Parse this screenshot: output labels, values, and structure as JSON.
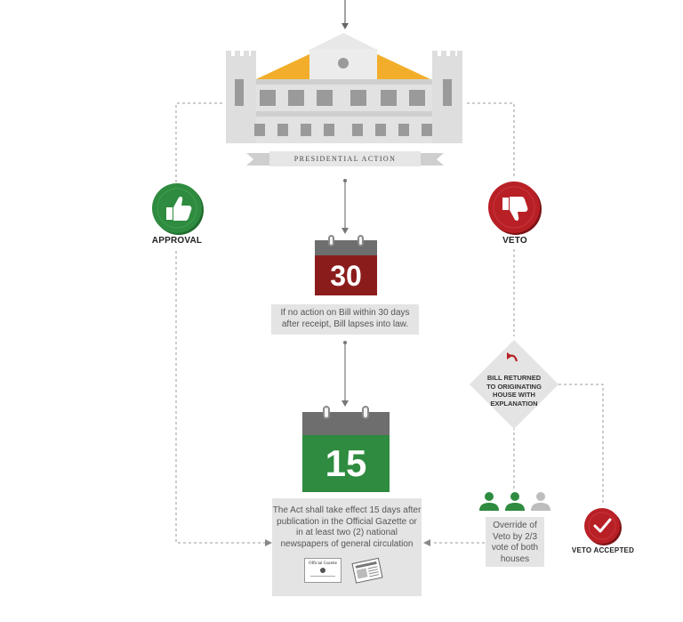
{
  "banner": {
    "label": "PRESIDENTIAL ACTION"
  },
  "approval": {
    "label": "APPROVAL"
  },
  "veto": {
    "label": "VETO"
  },
  "calendar_30": {
    "number": "30"
  },
  "lapse_box": {
    "line1": "If no action on Bill within 30 days",
    "line2": "after receipt, Bill lapses into law."
  },
  "calendar_15": {
    "number": "15"
  },
  "effect_box": {
    "line1": "The Act shall take effect 15 days after",
    "line2": "publication in the Official Gazette or",
    "line3": "in at least two (2) national",
    "line4": "newspapers of general circulation"
  },
  "gazette": {
    "title": "Official Gazette"
  },
  "returned": {
    "line1": "BILL RETURNED",
    "line2": "TO ORIGINATING",
    "line3": "HOUSE WITH",
    "line4": "EXPLANATION"
  },
  "override_box": {
    "line1": "Override of",
    "line2": "Veto by 2/3",
    "line3": "vote of both",
    "line4": "houses"
  },
  "veto_accepted": {
    "label": "VETO ACCEPTED"
  },
  "colors": {
    "green": "#2e8b3f",
    "dark_red": "#8b1c1c",
    "red": "#b82025",
    "gold": "#f2ae2b",
    "gray_building": "#dcdcdc"
  },
  "icons": [
    "thumbs-up-icon",
    "thumbs-down-icon",
    "check-icon",
    "people-icon",
    "gazette-icon",
    "newspaper-icon",
    "return-arrow-icon"
  ]
}
